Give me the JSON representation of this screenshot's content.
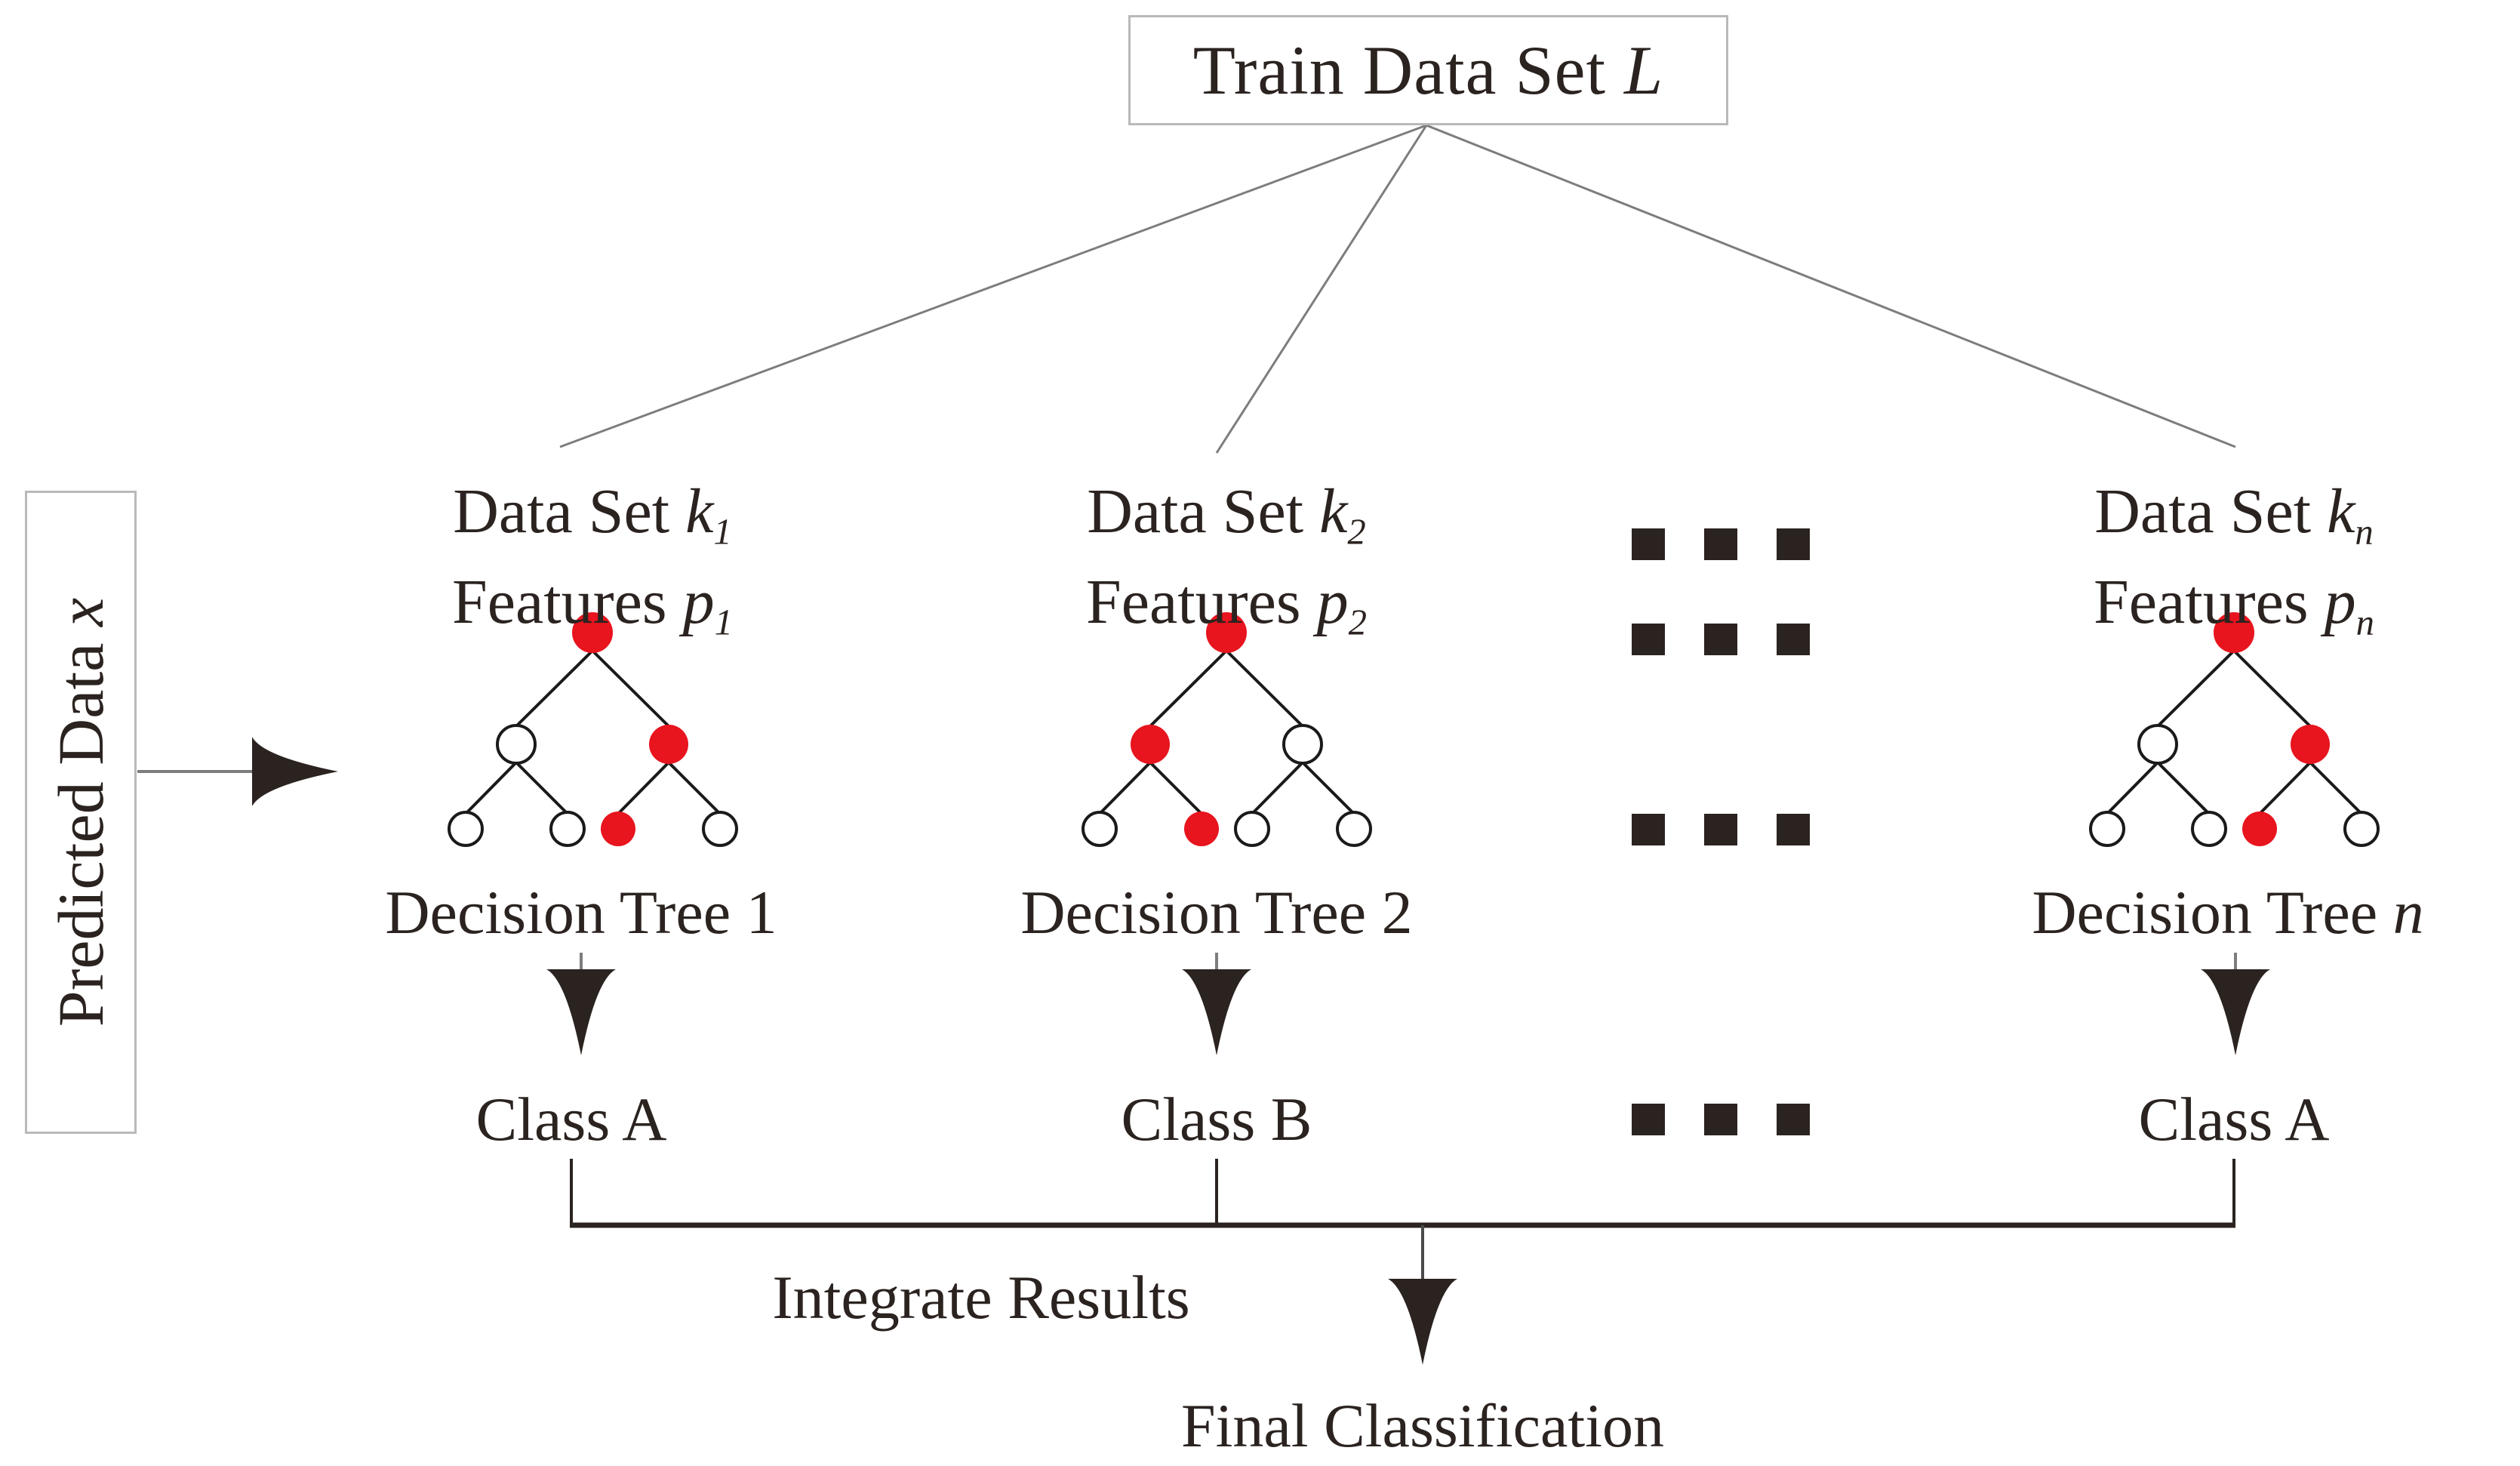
{
  "diagram": {
    "title": "Random Forest Classification Flow",
    "root_box": {
      "label_plain": "Train Data Set L",
      "label_prefix": "Train Data Set ",
      "label_symbol": "L"
    },
    "input_box": {
      "label_plain": "Predicted Data x",
      "label_prefix": "Predicted Data ",
      "label_symbol": "x"
    },
    "branches": [
      {
        "id": "branch-1",
        "dataset_prefix": "Data Set ",
        "dataset_symbol": "k",
        "dataset_subscript": "1",
        "features_prefix": "Features ",
        "features_symbol": "p",
        "features_subscript": "1",
        "tree_label_prefix": "Decision Tree ",
        "tree_label_index": "1",
        "result": "Class A",
        "tree_nodes": {
          "root": "red",
          "left": "white",
          "right": "red",
          "leaf_1": "white",
          "leaf_2": "white",
          "leaf_3": "red",
          "leaf_4": "white"
        }
      },
      {
        "id": "branch-2",
        "dataset_prefix": "Data Set ",
        "dataset_symbol": "k",
        "dataset_subscript": "2",
        "features_prefix": "Features ",
        "features_symbol": "p",
        "features_subscript": "2",
        "tree_label_prefix": "Decision Tree ",
        "tree_label_index": "2",
        "result": "Class B",
        "tree_nodes": {
          "root": "red",
          "left": "red",
          "right": "white",
          "leaf_1": "white",
          "leaf_2": "red",
          "leaf_3": "white",
          "leaf_4": "white"
        }
      },
      {
        "id": "branch-n",
        "dataset_prefix": "Data Set ",
        "dataset_symbol": "k",
        "dataset_subscript": "n",
        "features_prefix": "Features ",
        "features_symbol": "p",
        "features_subscript": "n",
        "tree_label_prefix": "Decision Tree ",
        "tree_label_index": "n",
        "result": "Class A",
        "tree_nodes": {
          "root": "red",
          "left": "white",
          "right": "red",
          "leaf_1": "white",
          "leaf_2": "white",
          "leaf_3": "red",
          "leaf_4": "white"
        }
      }
    ],
    "integrate_label": "Integrate Results",
    "final_label": "Final Classification",
    "ellipsis_symbol": "three-squares",
    "colors": {
      "node_red": "#E8141E",
      "node_outline": "#1a1a1a",
      "text": "#2b2320",
      "box_border": "#b9b9b9",
      "thin_line": "#7d7d7d",
      "bus_line": "#2b2320",
      "background": "#ffffff"
    }
  }
}
